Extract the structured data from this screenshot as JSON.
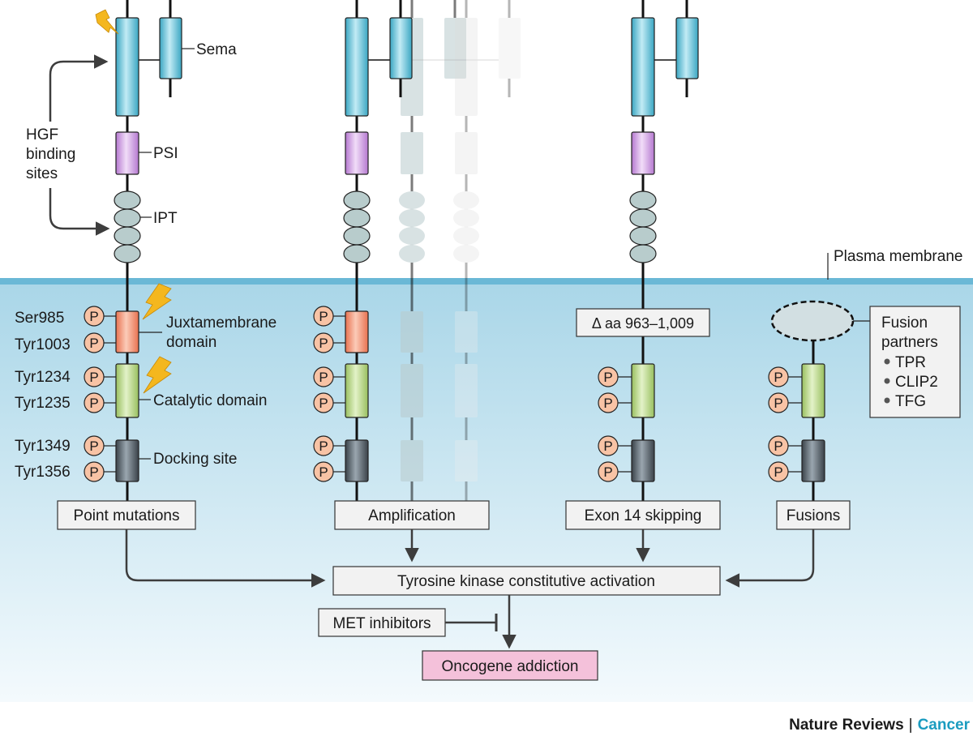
{
  "labels": {
    "sema": "Sema",
    "psi": "PSI",
    "ipt": "IPT",
    "hgf_binding_lines": [
      "HGF",
      "binding",
      "sites"
    ],
    "plasma_membrane": "Plasma membrane",
    "juxtamembrane_lines": [
      "Juxtamembrane",
      "domain"
    ],
    "catalytic": "Catalytic domain",
    "docking": "Docking site"
  },
  "residues": [
    "Ser985",
    "Tyr1003",
    "Tyr1234",
    "Tyr1235",
    "Tyr1349",
    "Tyr1356"
  ],
  "phospho_symbol": "P",
  "deletion_label": "Δ aa 963–1,009",
  "fusion_partners": {
    "title_lines": [
      "Fusion",
      "partners"
    ],
    "items": [
      "TPR",
      "CLIP2",
      "TFG"
    ]
  },
  "mechanisms": [
    "Point mutations",
    "Amplification",
    "Exon 14 skipping",
    "Fusions"
  ],
  "activation": "Tyrosine kinase constitutive activation",
  "inhibitors": "MET inhibitors",
  "outcome": "Oncogene addiction",
  "journal": {
    "name": "Nature Reviews",
    "separator": "|",
    "section": "Cancer"
  },
  "colors": {
    "sema": "#4fb3cd",
    "psi": "#c58fd9",
    "ipt": "#b8cccc",
    "juxtamembrane": "#ef8c6e",
    "catalytic": "#b3cf7e",
    "docking": "#4d5660",
    "phospho": "#f8c3a5",
    "membrane": "#6ab8d6",
    "outcome": "#f4c1da",
    "lightning": "#f4b71e",
    "journal_accent": "#1b9cc0"
  }
}
